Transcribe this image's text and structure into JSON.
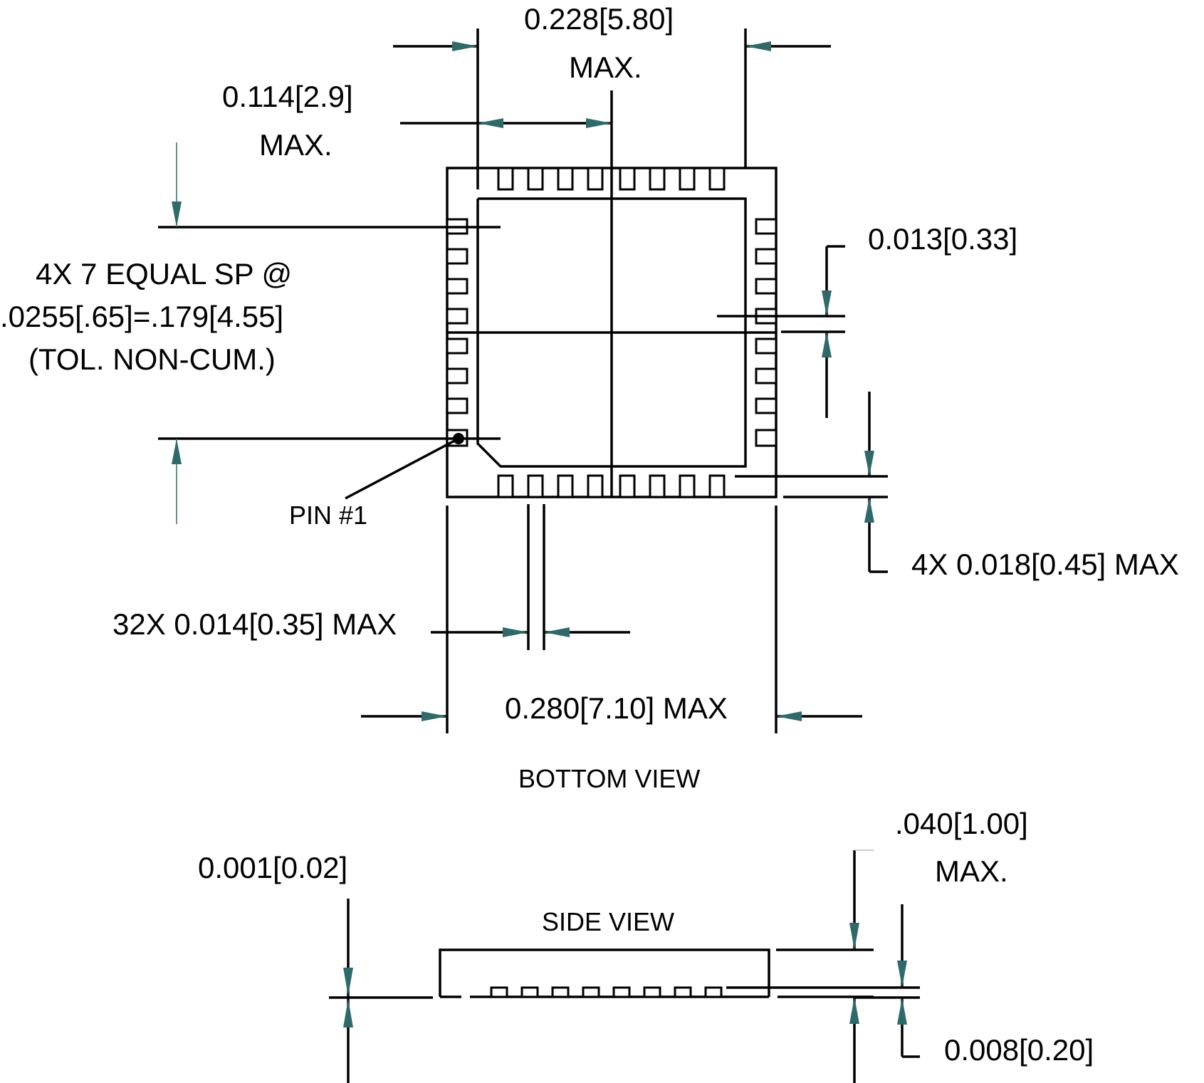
{
  "labels": {
    "width_inner": "0.228[5.80]",
    "width_inner_max": "MAX.",
    "half_width": "0.114[2.9]",
    "half_width_max": "MAX.",
    "pad_spacing_line1": "4X 7 EQUAL SP @",
    "pad_spacing_line2": ".0255[.65]=.179[4.55]",
    "pad_spacing_line3": "(TOL. NON-CUM.)",
    "pad_height": "0.013[0.33]",
    "corner_gap": "4X 0.018[0.45] MAX",
    "pin1": "PIN #1",
    "pad_width": "32X 0.014[0.35] MAX",
    "body_width": "0.280[7.10] MAX",
    "bottom_view": "BOTTOM VIEW",
    "standoff": "0.001[0.02]",
    "side_view": "SIDE VIEW",
    "height_total": ".040[1.00]",
    "height_total_max": "MAX.",
    "terminal_thickness": "0.008[0.20]"
  },
  "colors": {
    "line": "#000000",
    "arrow": "#2f6a6a",
    "background": "#ffffff"
  }
}
